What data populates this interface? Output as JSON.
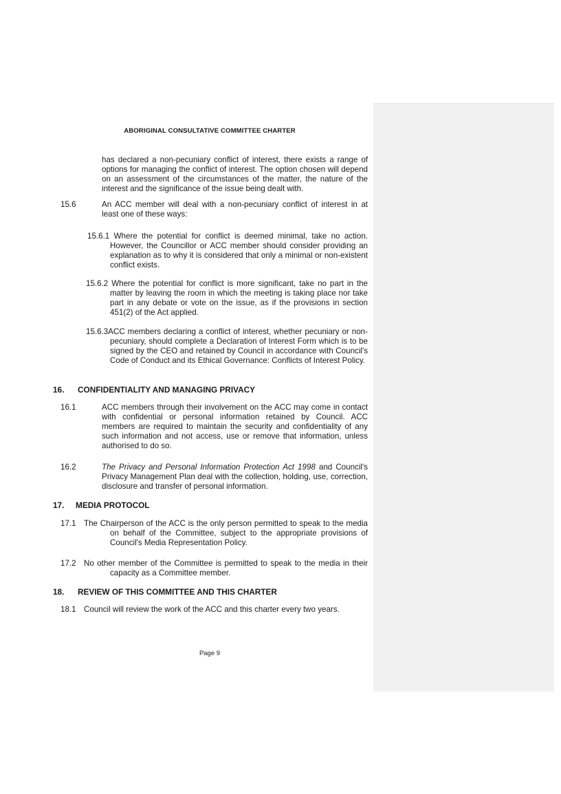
{
  "header": "ABORIGINAL CONSULTATIVE COMMITTEE CHARTER",
  "intro": "has declared a non-pecuniary conflict of interest, there exists a range of options for managing the conflict of interest. The option chosen will depend on an assessment of the circumstances of the matter, the nature of the interest and the significance of the issue being dealt with.",
  "s15_6": {
    "num": "15.6",
    "text": "An ACC member will deal with a non-pecuniary conflict of interest in at least one of these ways:"
  },
  "s15_6_1": {
    "num": "15.6.1",
    "text": "Where the potential for conflict is deemed minimal, take no action. However, the Councillor or ACC member should consider providing an explanation as to why it is considered that only a minimal or non-existent conflict exists."
  },
  "s15_6_2": {
    "num": "15.6.2",
    "text": "Where the potential for conflict is more significant, take no part in the matter by leaving the room in which the meeting is taking place nor take part in any debate or vote on the issue, as if the provisions in section 451(2) of the Act applied."
  },
  "s15_6_3": {
    "num": "15.6.3",
    "text": "ACC members declaring a conflict of interest, whether pecuniary or non-pecuniary, should complete a Declaration of Interest Form which is to be signed by the CEO and retained by Council in accordance with Council's Code of Conduct and its Ethical Governance: Conflicts of Interest Policy."
  },
  "s16": {
    "num": "16.",
    "title": "CONFIDENTIALITY AND MANAGING PRIVACY"
  },
  "s16_1": {
    "num": "16.1",
    "text": "ACC members through their involvement on the ACC may come in contact with confidential or personal information retained by Council. ACC members are required to maintain the security and confidentiality of any such information and not access, use or remove that information, unless authorised to do so."
  },
  "s16_2": {
    "num": "16.2",
    "italic": "The Privacy and Personal Information Protection Act 1998",
    "text": " and Council's Privacy Management Plan deal with the collection, holding, use, correction, disclosure and transfer of personal information."
  },
  "s17": {
    "num": "17.",
    "title": "MEDIA PROTOCOL"
  },
  "s17_1": {
    "num": "17.1",
    "text": "The Chairperson of the ACC is the only person permitted to speak to the media on behalf of the Committee, subject to the appropriate provisions of Council's Media Representation Policy."
  },
  "s17_2": {
    "num": "17.2",
    "text": "No other member of the Committee is permitted to speak to the media in their capacity as a Committee member."
  },
  "s18": {
    "num": "18.",
    "title": "REVIEW OF THIS COMMITTEE AND THIS CHARTER"
  },
  "s18_1": {
    "num": "18.1",
    "text": "Council will review the work of the ACC and this charter every two years."
  },
  "footer": "Page 9"
}
